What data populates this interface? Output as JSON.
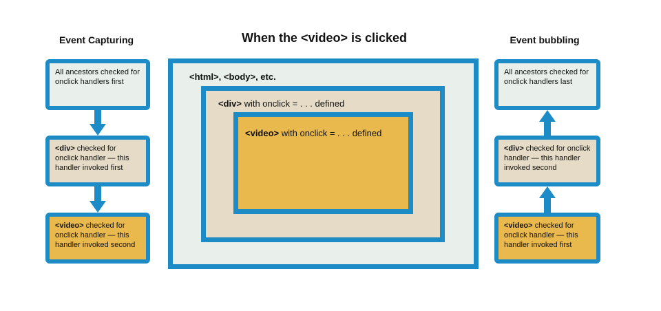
{
  "titles": {
    "capturing": "Event Capturing",
    "main": "When the <video> is clicked",
    "bubbling": "Event bubbling"
  },
  "capturing": {
    "box1": {
      "text": "All ancestors checked for onclick handlers first"
    },
    "box2": {
      "tag": "<div>",
      "text": " checked for onclick handler — this handler invoked first"
    },
    "box3": {
      "tag": "<video>",
      "text": " checked for onclick handler — this handler invoked second"
    }
  },
  "bubbling": {
    "box1": {
      "text": "All ancestors checked for onclick handlers last"
    },
    "box2": {
      "tag": "<div>",
      "text": " checked for onclick handler — this handler invoked second"
    },
    "box3": {
      "tag": "<video>",
      "text": " checked for onclick handler — this handler invoked first"
    }
  },
  "nested": {
    "html": "<html>, <body>, etc.",
    "div_tag": "<div>",
    "div_text": " with onclick = . . . defined",
    "video_tag": "<video>",
    "video_text": " with onclick = . . . defined"
  },
  "colors": {
    "border": "#1c8bc6",
    "light": "#e9f0ec",
    "beige": "#e6dbc6",
    "gold": "#e9b94d"
  },
  "arrows": {
    "capturing": "down-arrow",
    "bubbling": "up-arrow"
  }
}
